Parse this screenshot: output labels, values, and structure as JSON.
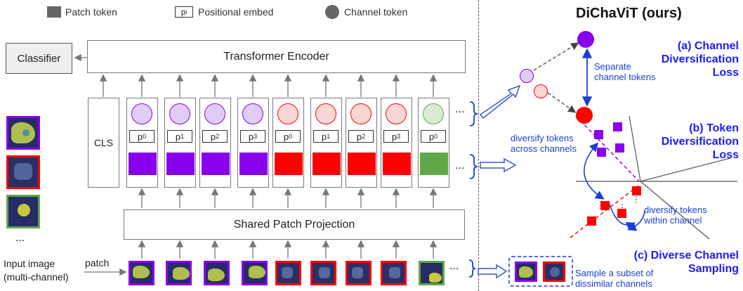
{
  "legend": {
    "patch_token": "Patch token",
    "pe_symbol": "p",
    "pe_sub": "i",
    "positional_embed": "Positional embed",
    "channel_token": "Channel token"
  },
  "main_title": "DiChaViT (ours)",
  "classifier": "Classifier",
  "encoder": "Transformer Encoder",
  "cls": "CLS",
  "projection": "Shared Patch Projection",
  "input_label_line1": "Input image",
  "input_label_line2": "(multi-channel)",
  "patch_label": "patch",
  "ellipsis": "...",
  "pe_labels": [
    "p",
    "p",
    "p",
    "p",
    "p",
    "p",
    "p",
    "p",
    "p"
  ],
  "pe_subs": [
    "0",
    "1",
    "2",
    "3",
    "0",
    "1",
    "2",
    "3",
    "0"
  ],
  "section_a": {
    "line1": "(a) Channel",
    "line2": "Diversification",
    "line3": "Loss"
  },
  "section_a_note": {
    "line1": "Separate",
    "line2": "channel tokens"
  },
  "section_b": {
    "line1": "(b) Token",
    "line2": "Diversification",
    "line3": "Loss"
  },
  "section_b_note1": {
    "line1": "diversify tokens",
    "line2": "across channels"
  },
  "section_b_note2": {
    "line1": "diversify tokens",
    "line2": "within channel"
  },
  "section_c": {
    "line1": "(c) Diverse Channel",
    "line2": "Sampling"
  },
  "section_c_note": {
    "line1": "Sample a subset of",
    "line2": "dissimilar channels"
  },
  "colors": {
    "purple": "#8800ee",
    "purple_light": "#e0ccf5",
    "red": "#ff0000",
    "red_light": "#f8d6d6",
    "green": "#5fa84a",
    "green_light": "#d9ecd2",
    "blue_text": "#1a1aff",
    "gray_token": "#666666"
  },
  "token_colors": [
    "purple",
    "purple",
    "purple",
    "purple",
    "red",
    "red",
    "red",
    "red",
    "green"
  ]
}
